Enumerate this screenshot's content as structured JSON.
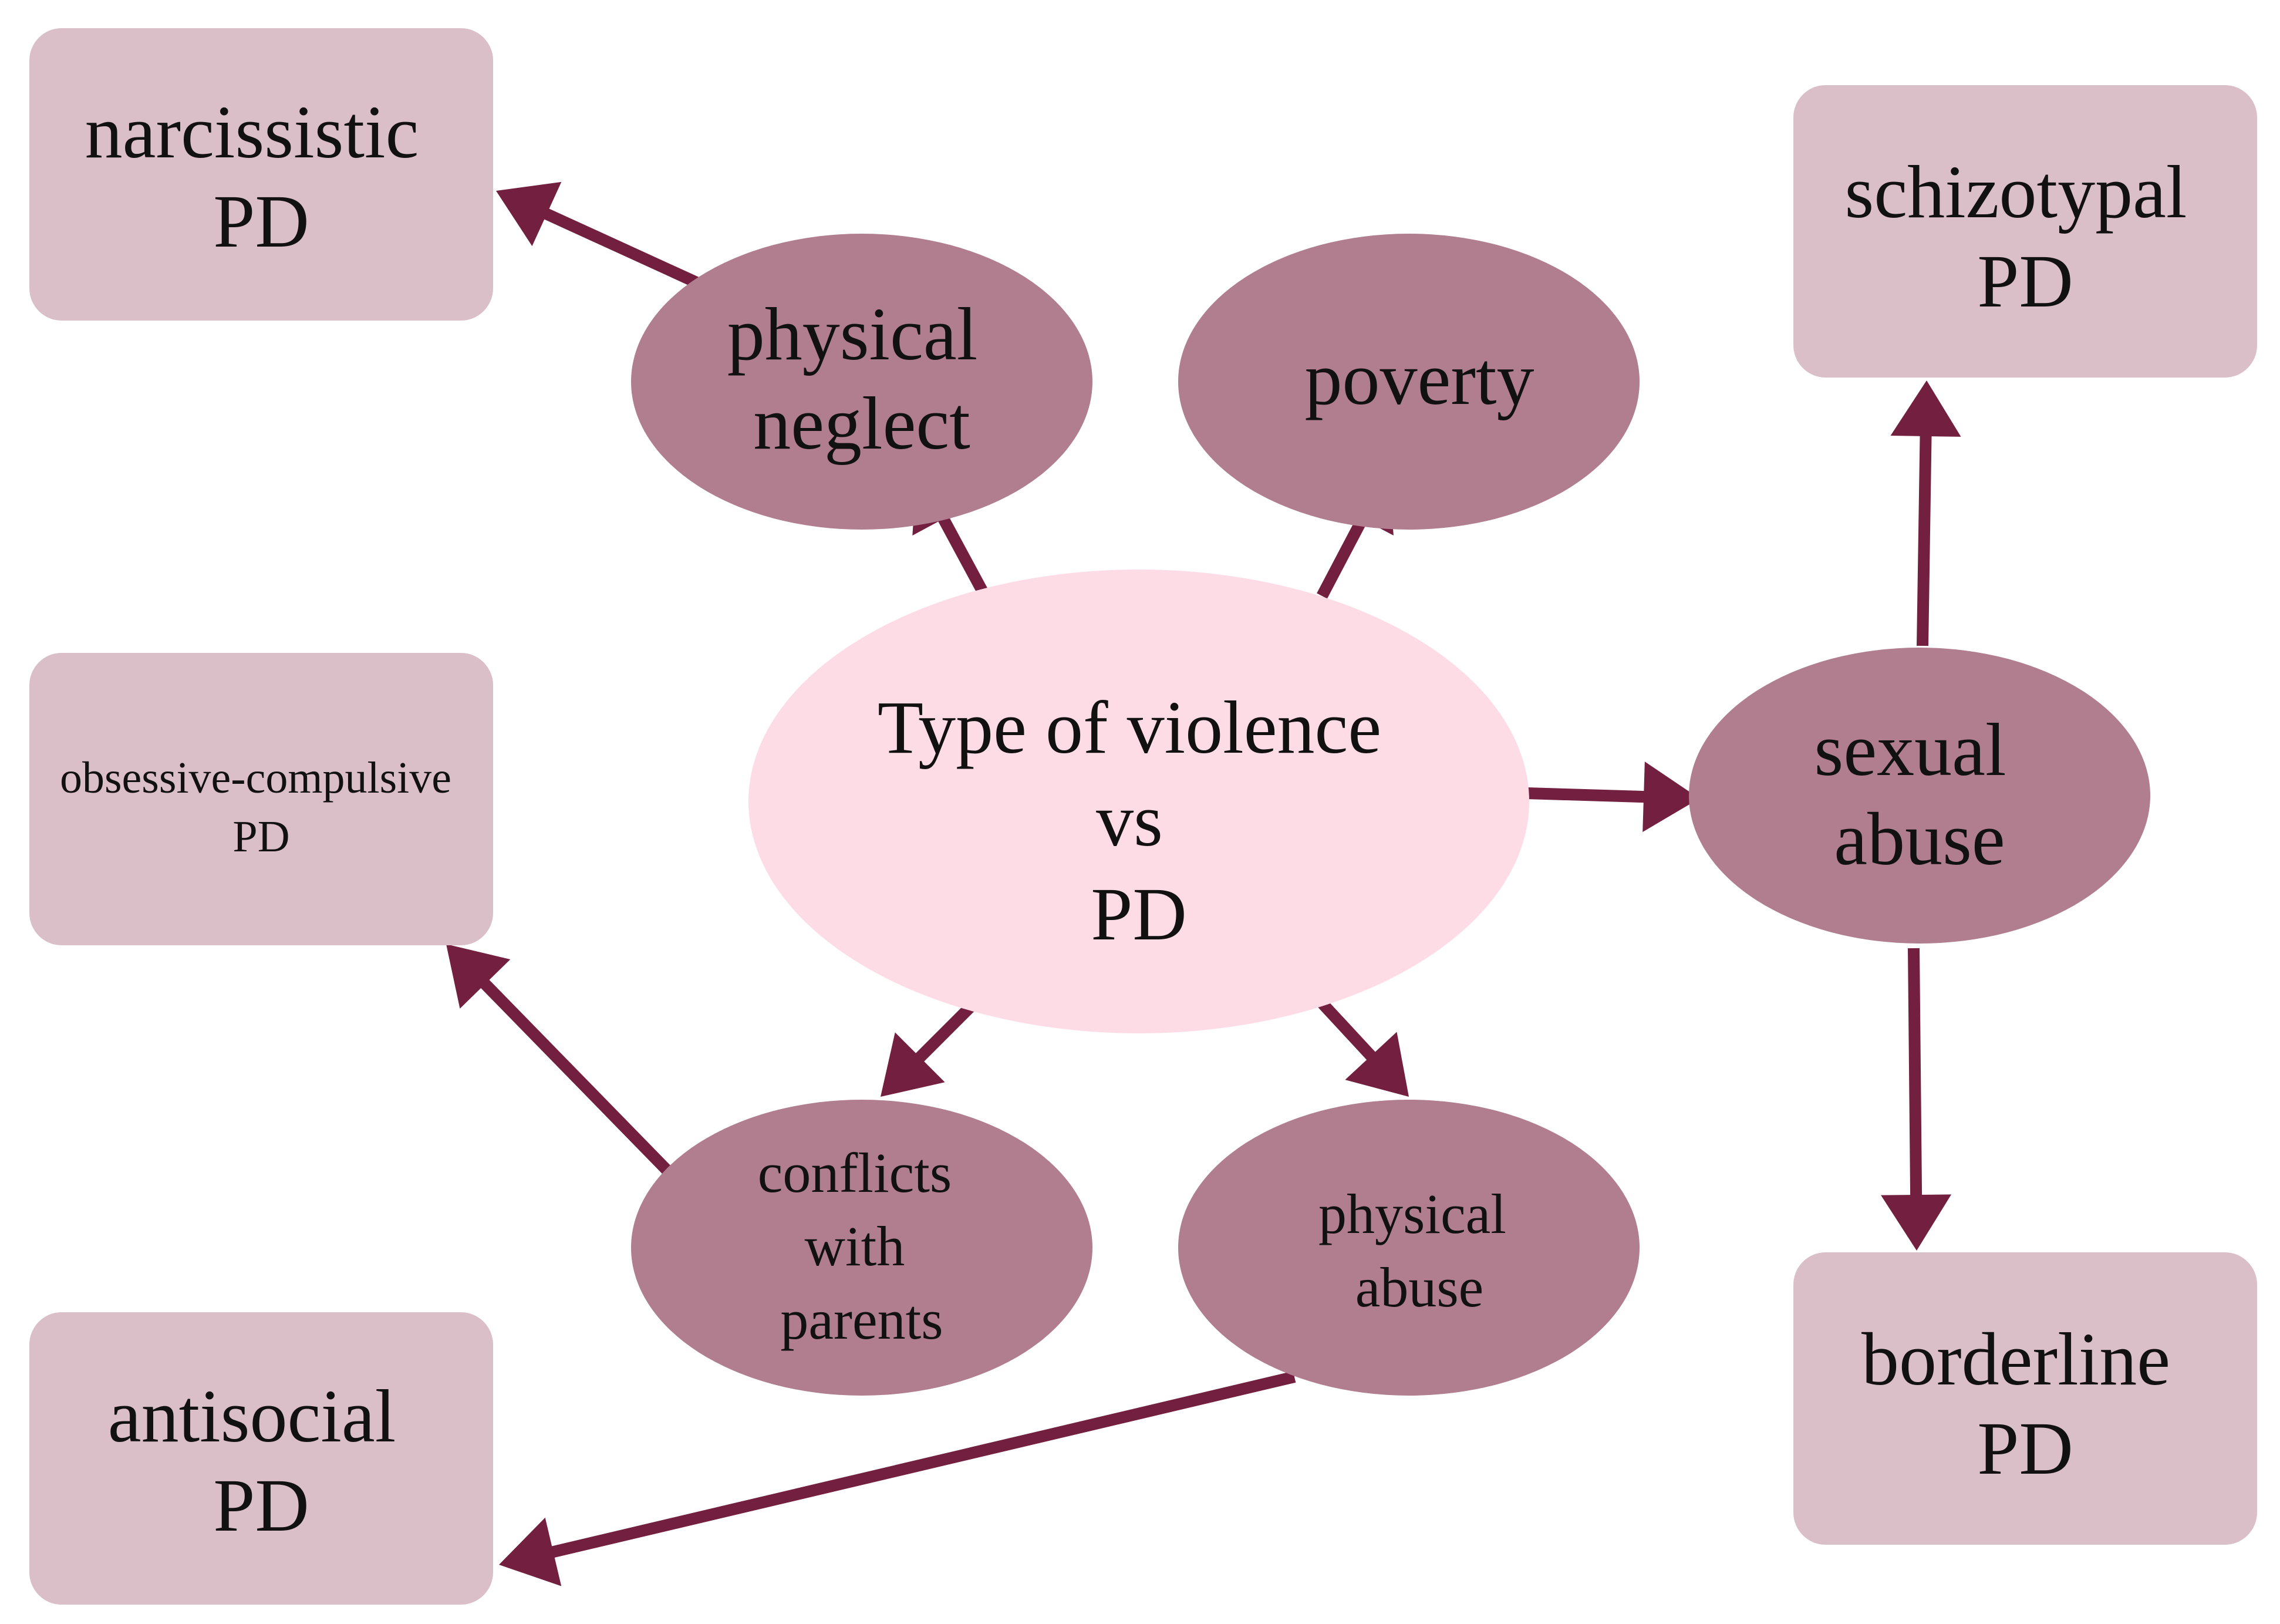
{
  "colors": {
    "pd_box_fill": "#dbbfc8",
    "factor_fill": "#b07e8e",
    "center_fill": "#fddce6",
    "arrow": "#731f40",
    "text": "#111111"
  },
  "center": {
    "lines": [
      "Type of violence",
      "vs",
      "PD"
    ]
  },
  "factors": {
    "physical_neglect": {
      "lines": [
        "physical",
        "neglect"
      ]
    },
    "poverty": {
      "lines": [
        "poverty"
      ]
    },
    "sexual_abuse": {
      "lines": [
        "sexual",
        "abuse"
      ]
    },
    "conflicts_with_parents": {
      "lines": [
        "conflicts",
        "with",
        "parents"
      ]
    },
    "physical_abuse": {
      "lines": [
        "physical",
        "abuse"
      ]
    }
  },
  "disorders": {
    "narcissistic": {
      "lines": [
        "narcissistic",
        "PD"
      ]
    },
    "schizotypal": {
      "lines": [
        "schizotypal",
        "PD"
      ]
    },
    "obsessive_compulsive": {
      "lines": [
        "obsessive-compulsive",
        "PD"
      ]
    },
    "antisocial": {
      "lines": [
        "antisocial",
        "PD"
      ]
    },
    "borderline": {
      "lines": [
        "borderline",
        "PD"
      ]
    }
  },
  "edges": [
    {
      "from": "center",
      "to": "physical_neglect"
    },
    {
      "from": "center",
      "to": "poverty"
    },
    {
      "from": "center",
      "to": "sexual_abuse"
    },
    {
      "from": "center",
      "to": "conflicts_with_parents"
    },
    {
      "from": "center",
      "to": "physical_abuse"
    },
    {
      "from": "physical_neglect",
      "to": "narcissistic"
    },
    {
      "from": "sexual_abuse",
      "to": "schizotypal"
    },
    {
      "from": "sexual_abuse",
      "to": "borderline"
    },
    {
      "from": "conflicts_with_parents",
      "to": "obsessive_compulsive"
    },
    {
      "from": "physical_abuse",
      "to": "antisocial"
    }
  ]
}
